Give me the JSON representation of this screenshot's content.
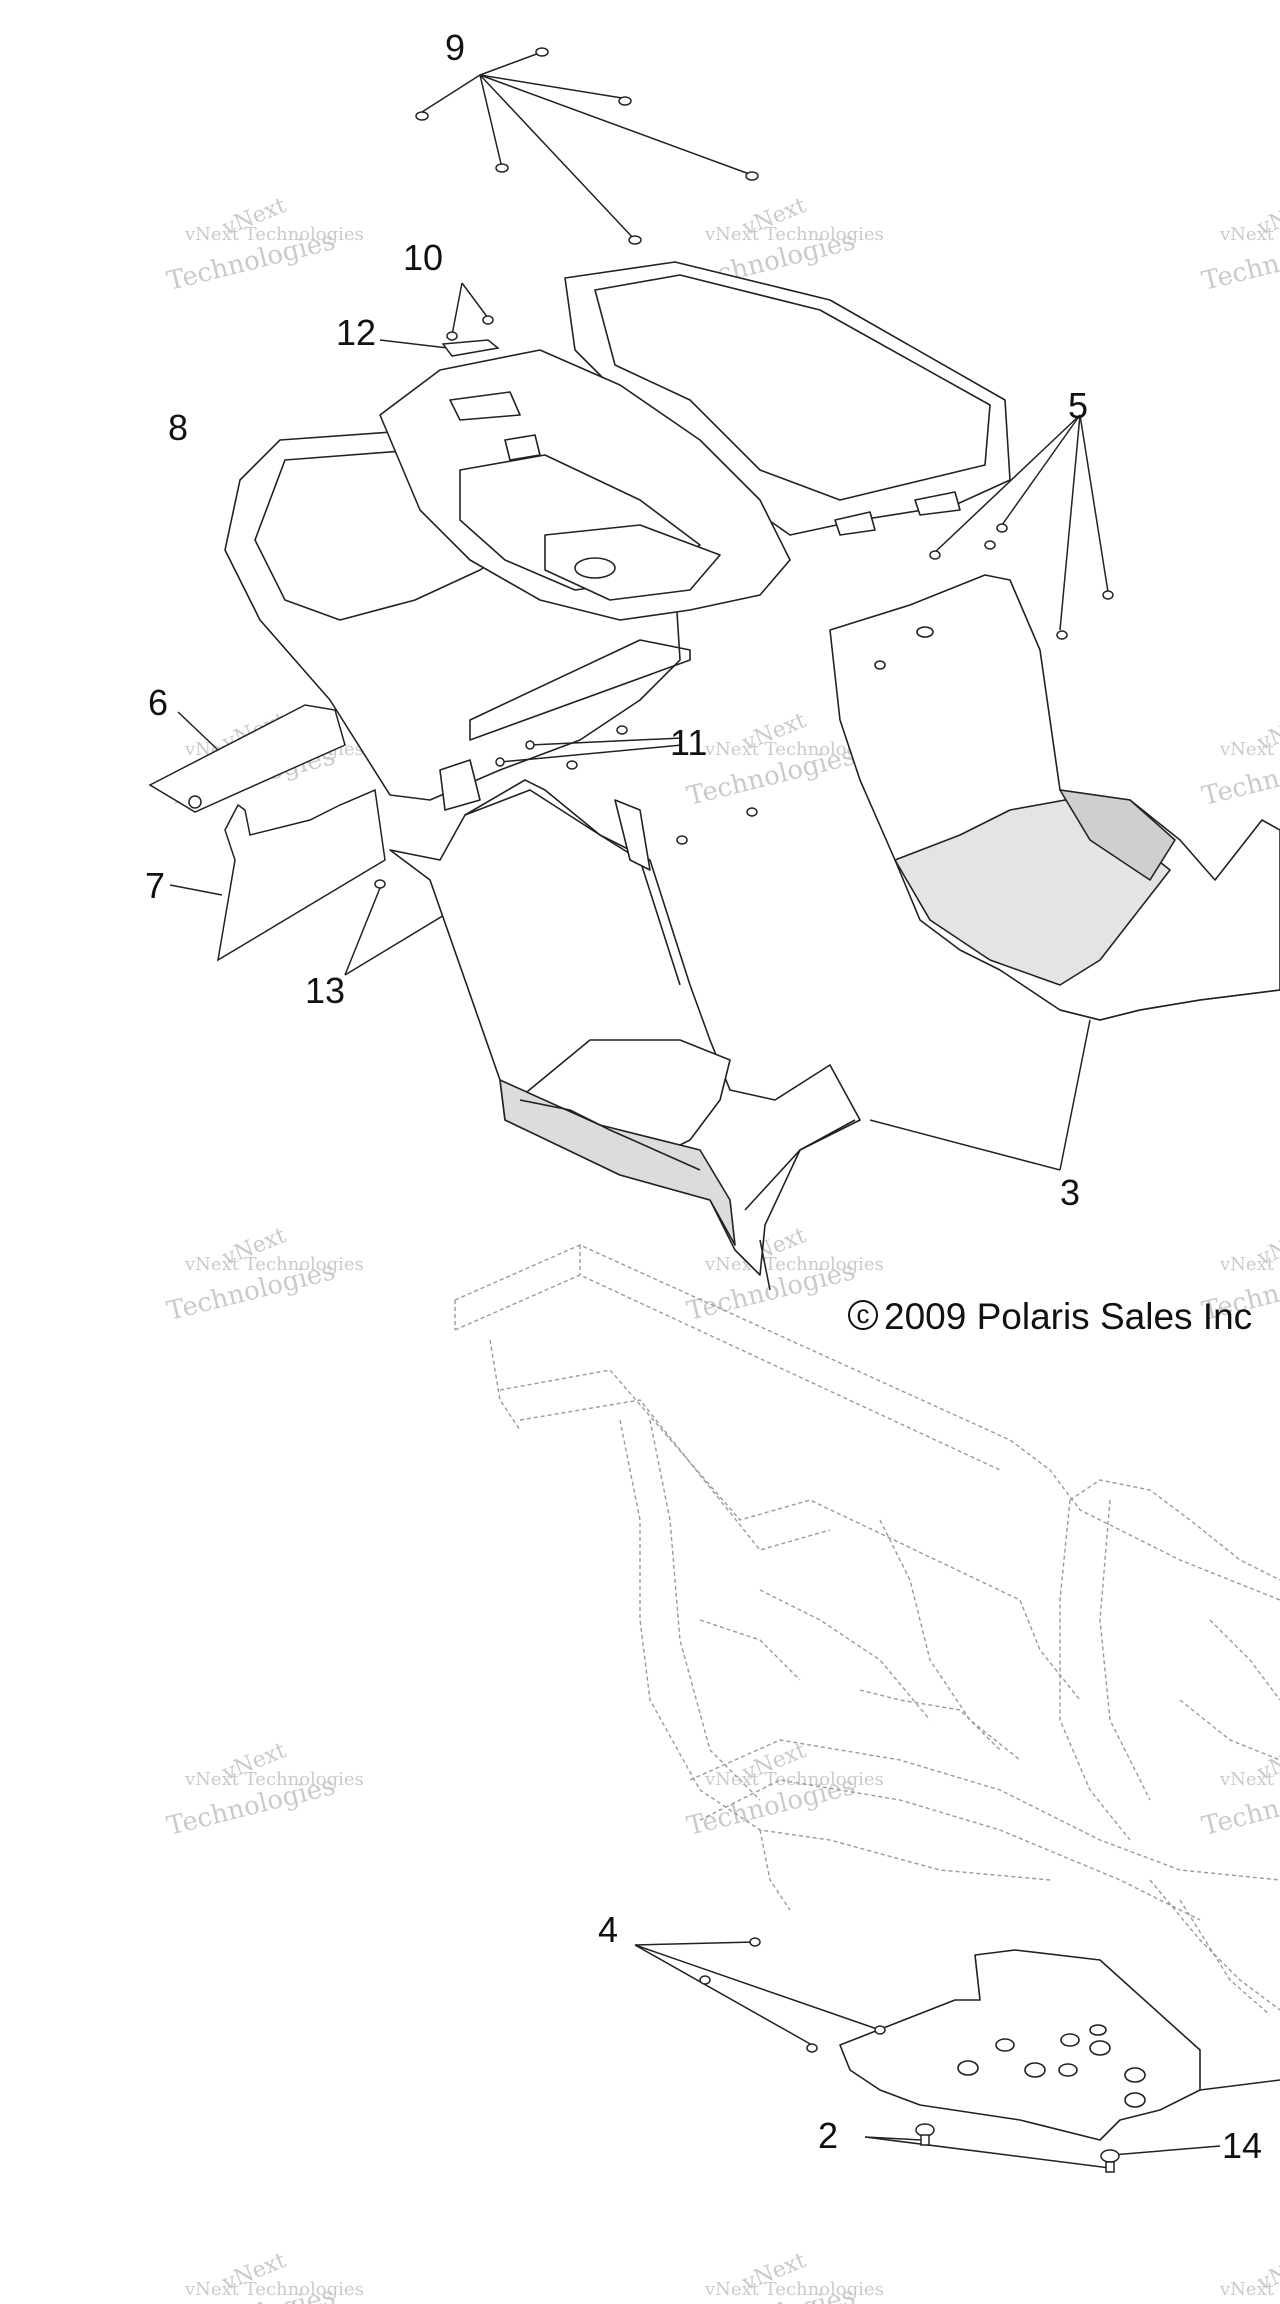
{
  "callouts": [
    "9",
    "10",
    "12",
    "8",
    "5",
    "6",
    "11",
    "7",
    "13",
    "3",
    "4",
    "2",
    "14"
  ],
  "copyright": {
    "symbol": "c",
    "text": "2009 Polaris Sales Inc"
  },
  "watermark": {
    "line1": "vNext Technologies",
    "line2": "vNext",
    "line3": "Technologies"
  }
}
